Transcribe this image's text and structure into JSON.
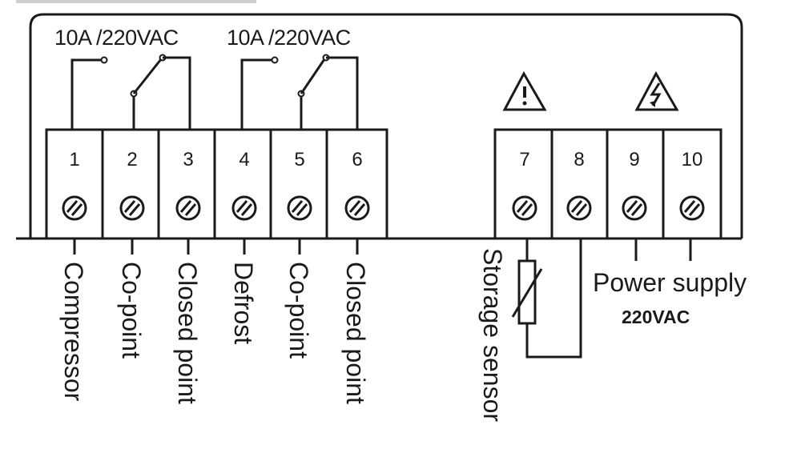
{
  "relay_ratings": [
    "10A /220VAC",
    "10A /220VAC"
  ],
  "terminals": [
    "1",
    "2",
    "3",
    "4",
    "5",
    "6",
    "7",
    "8",
    "9",
    "10"
  ],
  "labels": {
    "t1": "Compressor",
    "t2": "Co-point",
    "t3": "Closed point",
    "t4": "Defrost",
    "t5": "Co-point",
    "t6": "Closed point",
    "sensor": "Storage sensor",
    "power": "Power supply",
    "voltage": "220VAC"
  },
  "icons": [
    "warning-triangle-icon",
    "electric-hazard-icon"
  ]
}
